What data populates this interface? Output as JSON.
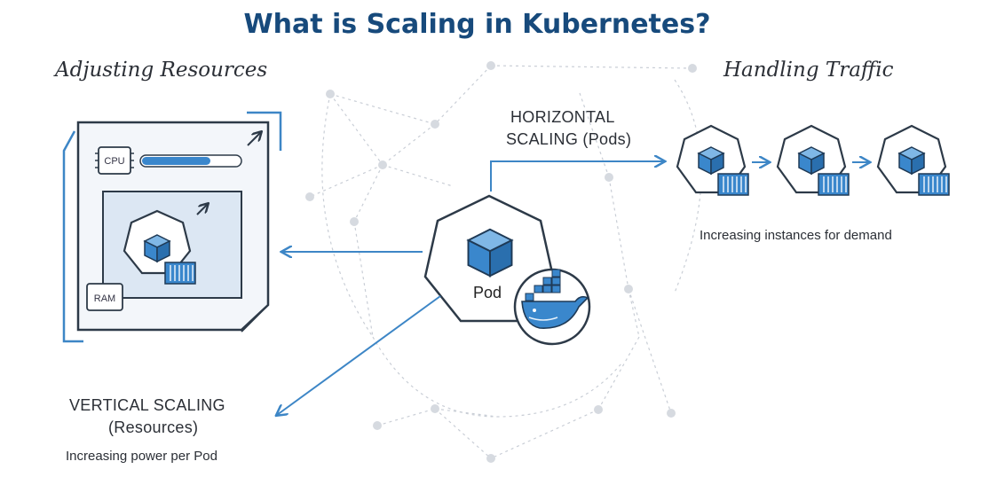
{
  "title": "What is Scaling in Kubernetes?",
  "left_heading": "Adjusting Resources",
  "right_heading": "Handling Traffic",
  "horizontal": {
    "line1": "HORIZONTAL",
    "line2": "SCALING (Pods)",
    "caption": "Increasing instances for demand"
  },
  "vertical": {
    "line1": "VERTICAL SCALING",
    "line2": "(Resources)",
    "caption": "Increasing power per Pod"
  },
  "center_pod_label": "Pod",
  "resource_tags": {
    "cpu": "CPU",
    "ram": "RAM"
  },
  "cpu_usage": 0.7,
  "colors": {
    "title": "#174a7c",
    "accent": "#3d86c6",
    "outline": "#2d3a48",
    "panel": "#e8eef6",
    "cube_front": "#3a87cc",
    "cube_top": "#7fb7e6",
    "network": "#c9ced6"
  },
  "icons": [
    "cpu-chip-icon",
    "ram-chip-icon",
    "cube-icon",
    "container-icon",
    "docker-whale-icon",
    "arrow-icon"
  ]
}
